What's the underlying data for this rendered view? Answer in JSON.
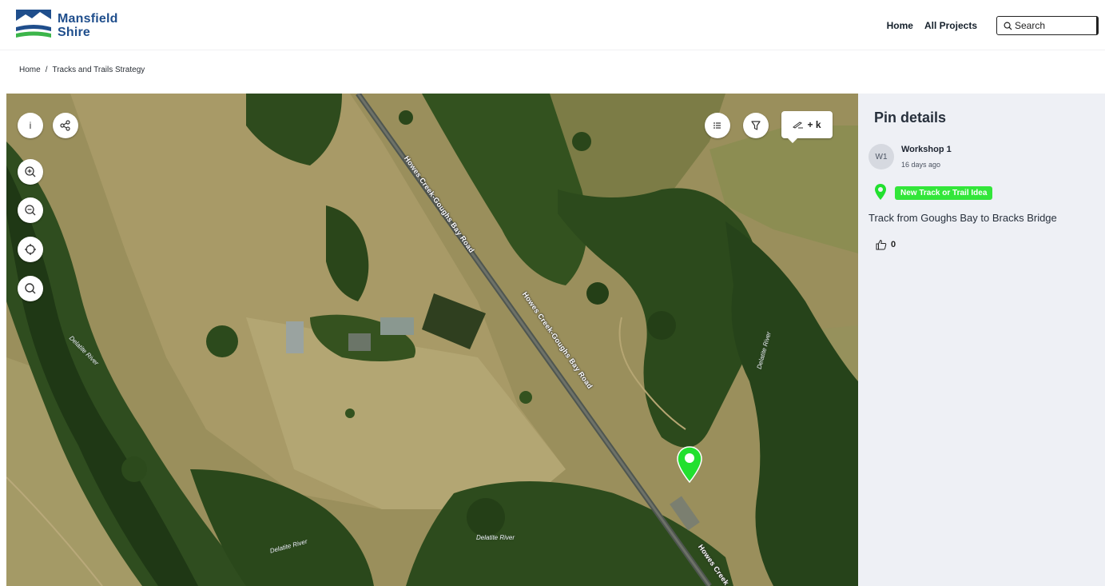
{
  "brand": {
    "line1": "Mansfield",
    "line2": "Shire",
    "color": "#1f4e8c"
  },
  "nav": {
    "home": "Home",
    "all_projects": "All Projects",
    "search": "Search"
  },
  "breadcrumb": {
    "home": "Home",
    "sep": "/",
    "current": "Tracks and Trails Strategy"
  },
  "map": {
    "road_labels": [
      "Howes Creek-Goughs Bay Road",
      "Howes Creek-Goughs Bay Road",
      "Howes Creek"
    ],
    "river_labels": [
      "Delatite River",
      "Delatite River",
      "Delatite River",
      "Delatite River"
    ],
    "controls": {
      "info": "i",
      "add_label": "+ k"
    },
    "pin_color": "#22e02f"
  },
  "pin_details": {
    "title": "Pin details",
    "avatar": "W1",
    "author": "Workshop 1",
    "time": "16 days ago",
    "category": "New Track or Trail Idea",
    "category_color": "#33e63a",
    "description": "Track from Goughs Bay to Bracks Bridge",
    "likes": "0"
  }
}
